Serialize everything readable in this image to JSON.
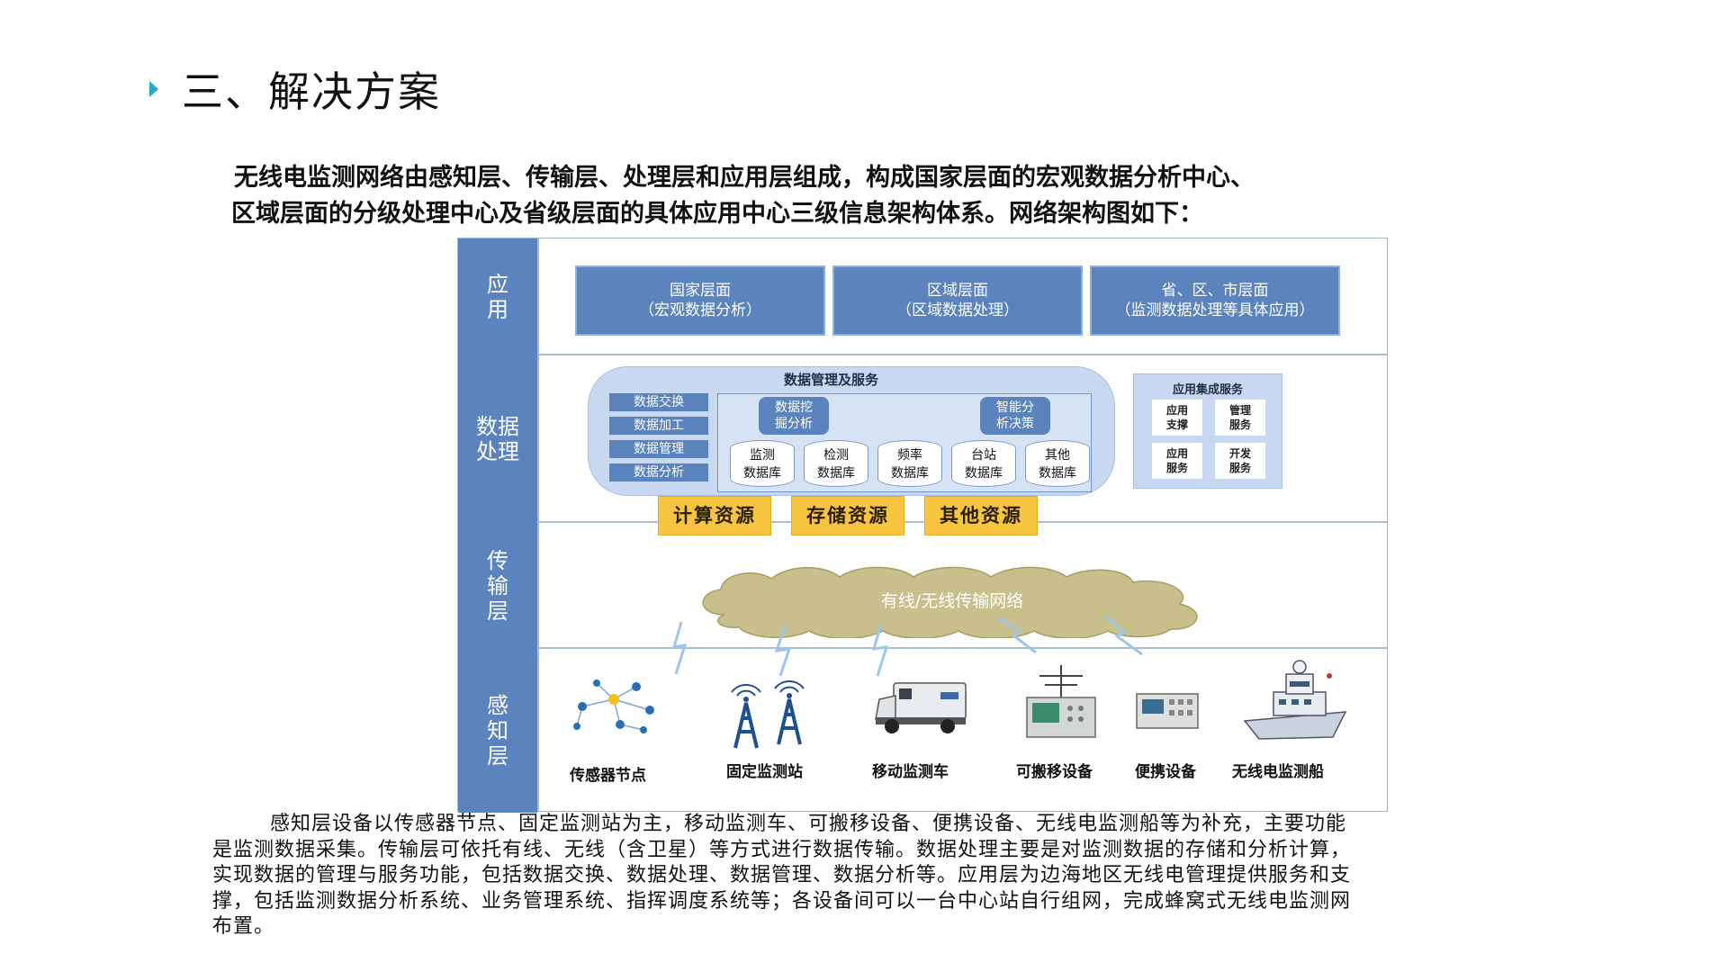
{
  "heading": {
    "title": "三、解决方案"
  },
  "intro": {
    "line1": "无线电监测网络由感知层、传输层、处理层和应用层组成，构成国家层面的宏观数据分析中心、",
    "line2": "区域层面的分级处理中心及省级层面的具体应用中心三级信息架构体系。网络架构图如下："
  },
  "diagram": {
    "layers": [
      "应\n用",
      "数据\n处理",
      "传\n输\n层",
      "感\n知\n层"
    ],
    "app_boxes": [
      {
        "title": "国家层面",
        "sub": "（宏观数据分析）"
      },
      {
        "title": "区域层面",
        "sub": "（区域数据处理）"
      },
      {
        "title": "省、区、市层面",
        "sub": "（监测数据处理等具体应用）"
      }
    ],
    "data_mgmt": {
      "title": "数据管理及服务",
      "items": [
        "数据交换",
        "数据加工",
        "数据管理",
        "数据分析"
      ],
      "pills": [
        "数据挖\n掘分析",
        "智能分\n析决策"
      ],
      "dbs": [
        "监测\n数据库",
        "检测\n数据库",
        "频率\n数据库",
        "台站\n数据库",
        "其他\n数据库"
      ]
    },
    "app_services": {
      "title": "应用集成服务",
      "boxes": [
        "应用\n支撑",
        "管理\n服务",
        "应用\n服务",
        "开发\n服务"
      ]
    },
    "resources": [
      "计算资源",
      "存储资源",
      "其他资源"
    ],
    "network": "有线/无线传输网络",
    "devices": [
      "传感器节点",
      "固定监测站",
      "移动监测车",
      "可搬移设备",
      "便携设备",
      "无线电监测船"
    ]
  },
  "paragraph": {
    "lines": [
      "感知层设备以传感器节点、固定监测站为主，移动监测车、可搬移设备、便携设备、无线电监测船等为补充，主要功能",
      "是监测数据采集。传输层可依托有线、无线（含卫星）等方式进行数据传输。数据处理主要是对监测数据的存储和分析计算，",
      "实现数据的管理与服务功能，包括数据交换、数据处理、数据管理、数据分析等。应用层为边海地区无线电管理提供服务和支",
      "撑，包括监测数据分析系统、业务管理系统、指挥调度系统等；各设备间可以一台中心站自行组网，完成蜂窝式无线电监测网",
      "布置。"
    ]
  },
  "colors": {
    "accent": "#2aa7c9",
    "layer_blue": "#5b84bf",
    "resource_yellow": "#f7c53f",
    "cloud": "#c8bf8c"
  }
}
